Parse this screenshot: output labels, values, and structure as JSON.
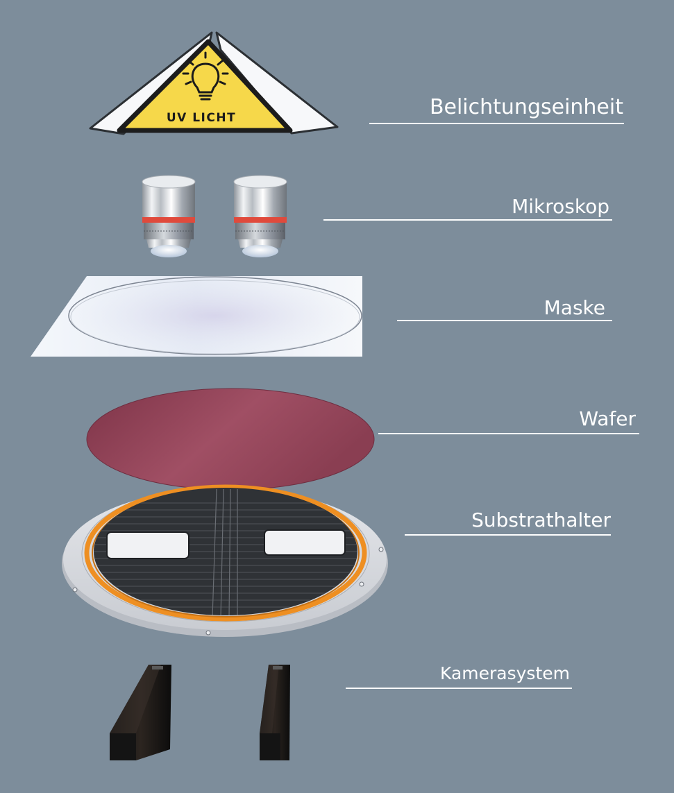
{
  "sign_text": "UV LICHT",
  "labels": [
    "Belichtungseinheit",
    "Mikroskop",
    "Maske",
    "Wafer",
    "Substrathalter",
    "Kamerasystem"
  ],
  "colors": {
    "background": "#7d8d9b",
    "sign_yellow": "#f6d84a",
    "wafer": "#9a4a5e",
    "holder_ring": "#e8902a",
    "mask": "#eef3fa",
    "camera": "#1a1a1a"
  },
  "icons": [
    "light-bulb-icon"
  ]
}
